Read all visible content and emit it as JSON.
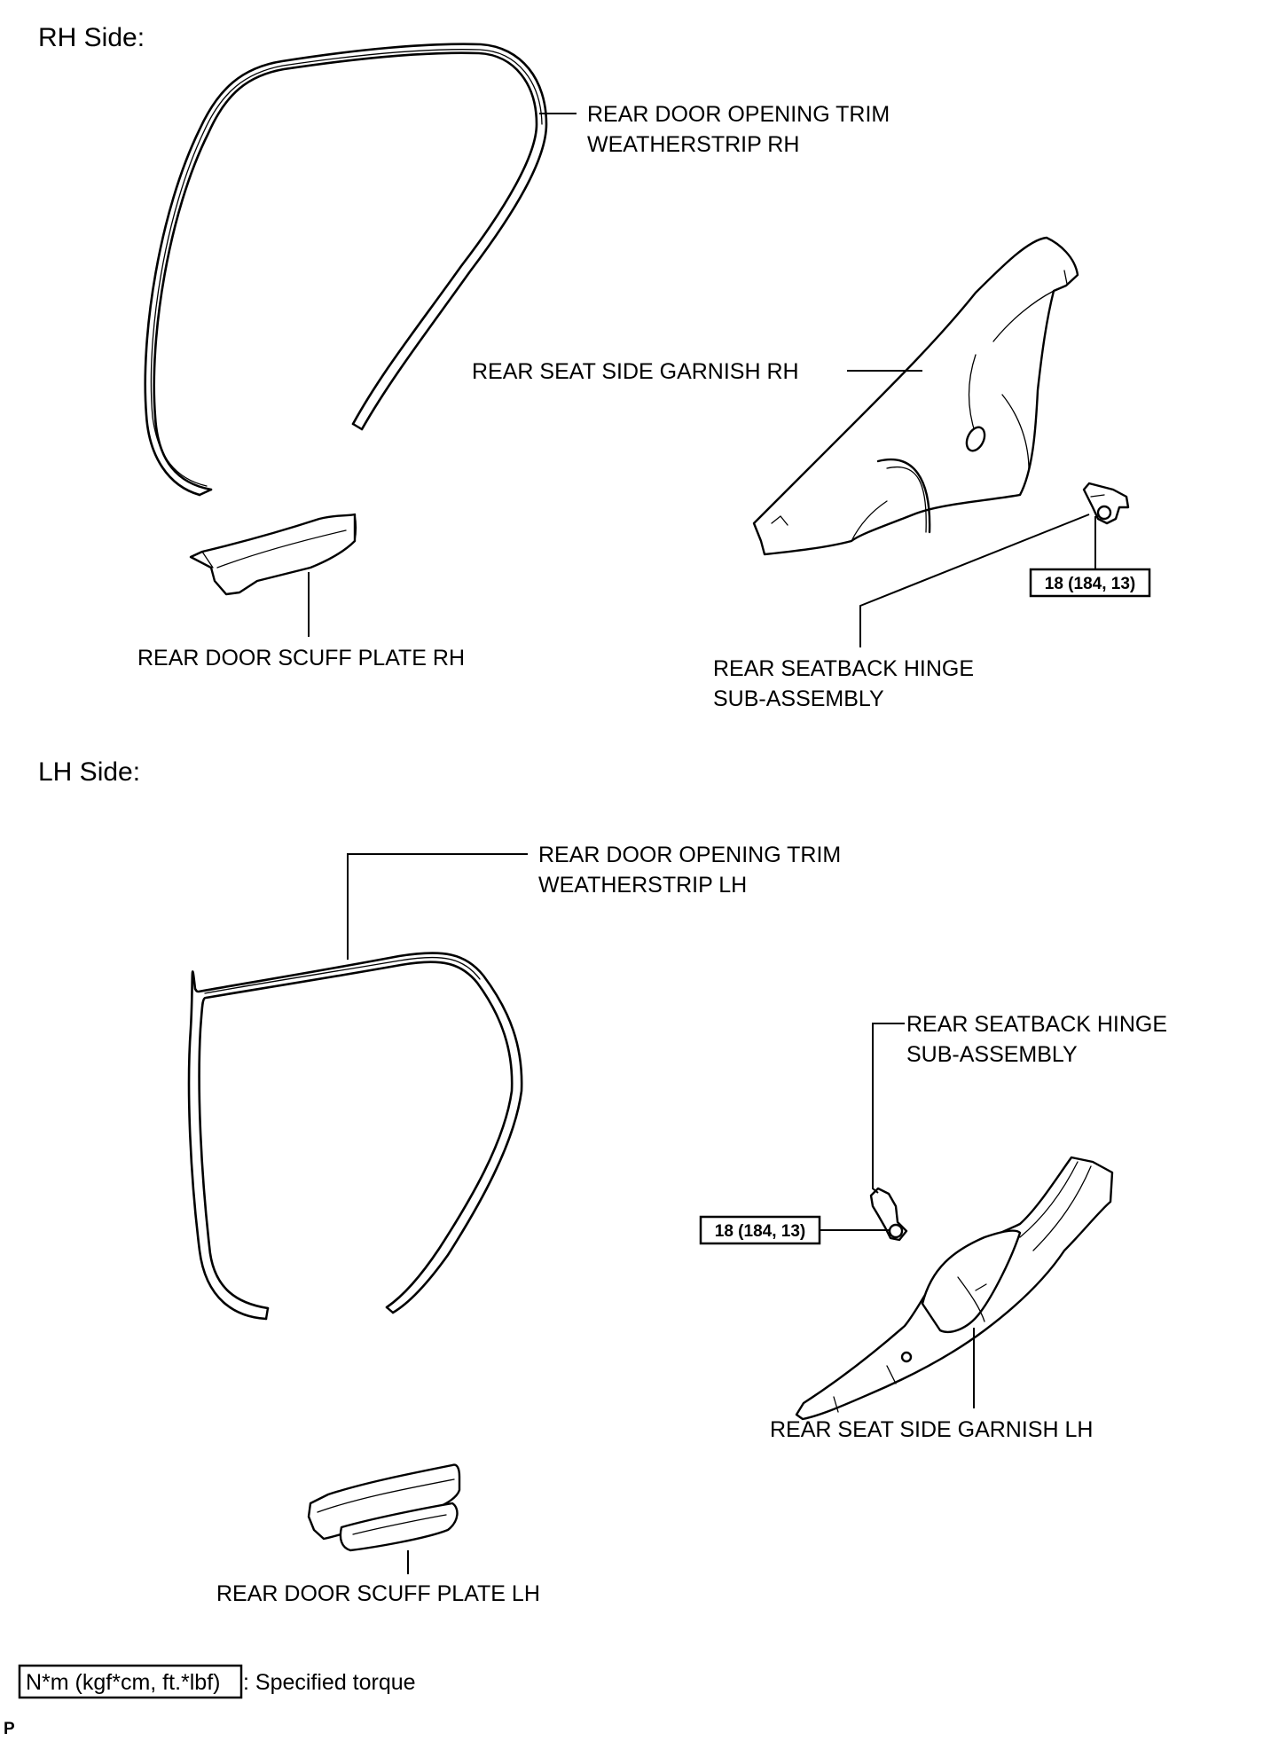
{
  "rh_section": {
    "heading": "RH Side:",
    "weatherstrip": [
      "REAR DOOR OPENING TRIM",
      "WEATHERSTRIP RH"
    ],
    "garnish": "REAR SEAT SIDE GARNISH RH",
    "torque": "18 (184, 13)",
    "scuff_plate": "REAR DOOR SCUFF PLATE RH",
    "hinge": [
      "REAR SEATBACK HINGE",
      "SUB-ASSEMBLY"
    ]
  },
  "lh_section": {
    "heading": "LH Side:",
    "weatherstrip": [
      "REAR DOOR OPENING TRIM",
      "WEATHERSTRIP LH"
    ],
    "hinge": [
      "REAR SEATBACK HINGE",
      "SUB-ASSEMBLY"
    ],
    "torque": "18 (184, 13)",
    "garnish": "REAR SEAT SIDE GARNISH LH",
    "scuff_plate": "REAR DOOR SCUFF PLATE LH"
  },
  "legend": {
    "unit": "N*m (kgf*cm, ft.*lbf)",
    "description": ": Specified torque"
  },
  "page_marker": "P"
}
